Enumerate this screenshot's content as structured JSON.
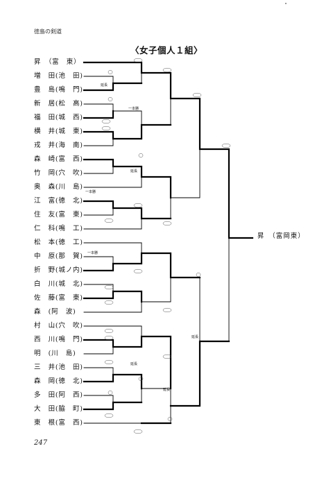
{
  "header_note": "徳島の剣道",
  "title": "〈女子個人１組〉",
  "players": [
    "昇　（富　東）",
    "増　田(池　田)",
    "豊　島(鳴　門)",
    "新　居(松　高)",
    "福　田(城　西)",
    "横　井(城　東)",
    "戎　井(海　南)",
    "森　崎(富　西)",
    "竹　岡(穴　吹)",
    "奥　森(川　島)",
    "江　富(徳　北)",
    "住　友(富　東)",
    "仁　科(鳴　工)",
    "松　本(徳　工)",
    "中　原(那　賀)",
    "折　野(城ノ内)",
    "白　川(城　北)",
    "佐　藤(富　東)",
    "森　(阿　波)",
    "村　山(穴　吹)",
    "西　川(鳴　門)",
    "明　(川　島)",
    "三　井(池　田)",
    "森　岡(徳　北)",
    "多　田(阿　西)",
    "大　田(脇　町)",
    "東　根(富　西)"
  ],
  "champion": "昇　（富岡東）",
  "page_number": "247",
  "notes": {
    "n1": "延長",
    "n2": "一本勝",
    "n3": "延長",
    "n4": "一本勝",
    "n5": "一本勝",
    "n6": "延長",
    "n7": "延長",
    "n8": "延長"
  }
}
